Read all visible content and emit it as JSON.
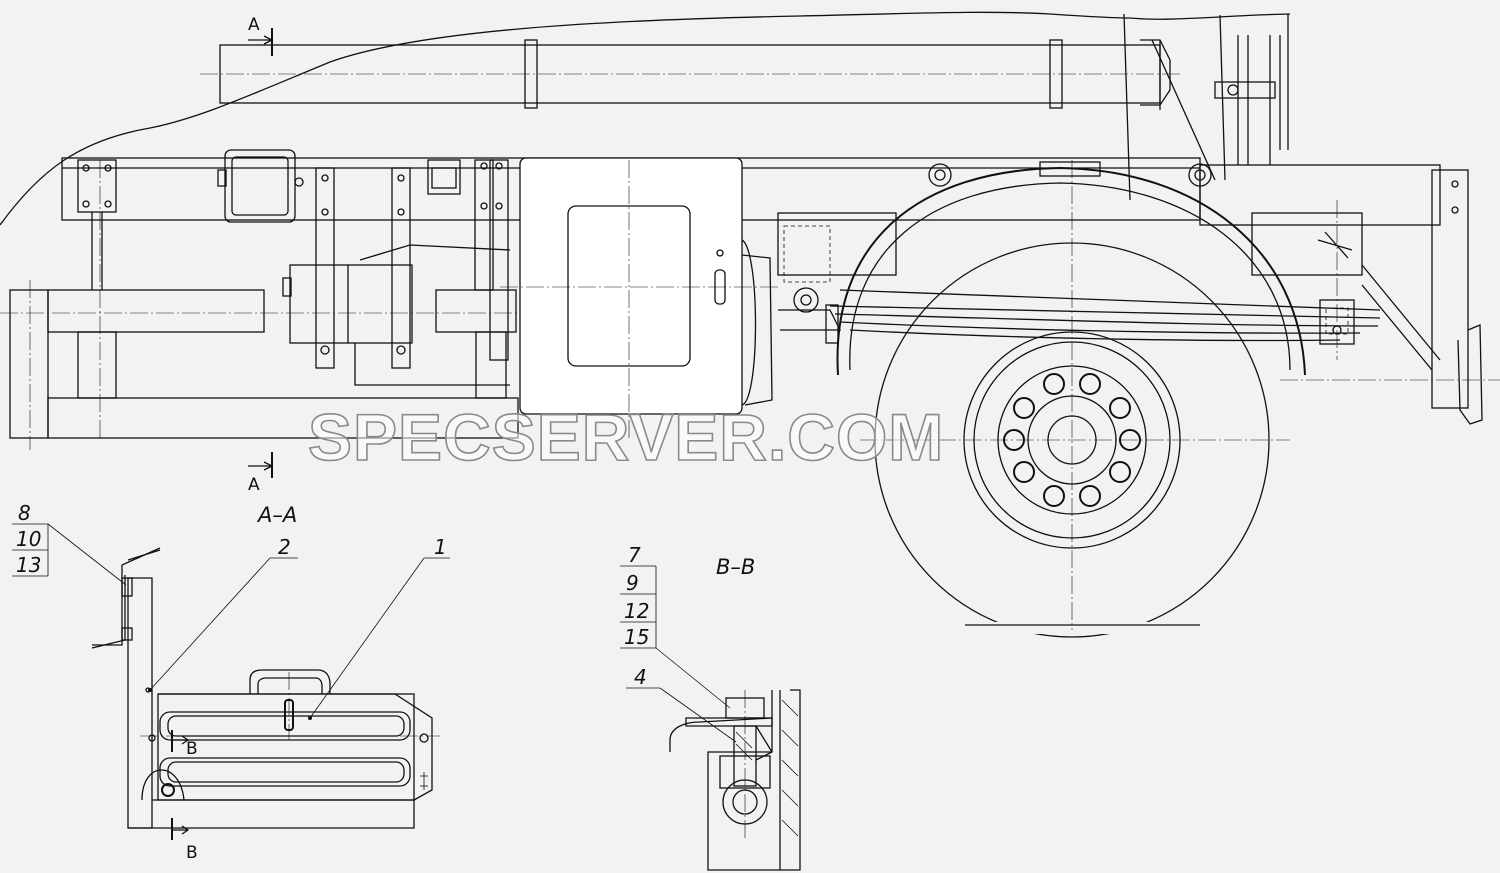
{
  "drawing": {
    "section_aa_title": "A–A",
    "section_bb_title": "B–B",
    "cut_markers": {
      "a_top": "A",
      "a_bottom": "A",
      "b_top": "B",
      "b_bottom": "B"
    },
    "callouts_aa": {
      "stack": [
        "8",
        "10",
        "13"
      ],
      "part_2": "2",
      "part_1": "1"
    },
    "callouts_bb": {
      "stack": [
        "7",
        "9",
        "12",
        "15"
      ],
      "part_4": "4"
    }
  },
  "watermark": "SPECSERVER.COM",
  "colors": {
    "background": "#f2f2f2",
    "line": "#111111",
    "watermark_outline": "#8a8a8a"
  }
}
